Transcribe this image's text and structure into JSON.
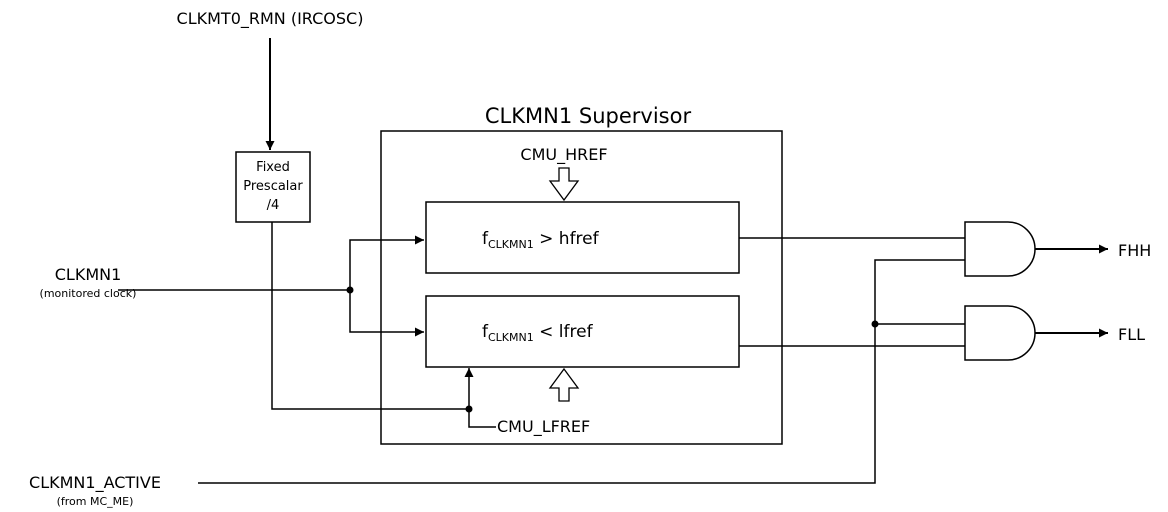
{
  "labels": {
    "irc_source": "CLKMT0_RMN (IRCOSC)",
    "prescaler_line1": "Fixed",
    "prescaler_line2": "Prescalar",
    "prescaler_line3": "/4",
    "supervisor_title": "CLKMN1 Supervisor",
    "hfref_input": "CMU_HREF",
    "lfref_input": "CMU_LFREF",
    "clk_input": "CLKMN1",
    "clk_input_sub": "(monitored clock)",
    "active_input": "CLKMN1_ACTIVE",
    "active_input_sub": "(from MC_ME)",
    "cmp_high_f": "f",
    "cmp_high_sub": "CLKMN1",
    "cmp_high_rest": " > hfref",
    "cmp_low_f": "f",
    "cmp_low_sub": "CLKMN1",
    "cmp_low_rest": " < lfref",
    "out_high": "FHH",
    "out_low": "FLL"
  }
}
